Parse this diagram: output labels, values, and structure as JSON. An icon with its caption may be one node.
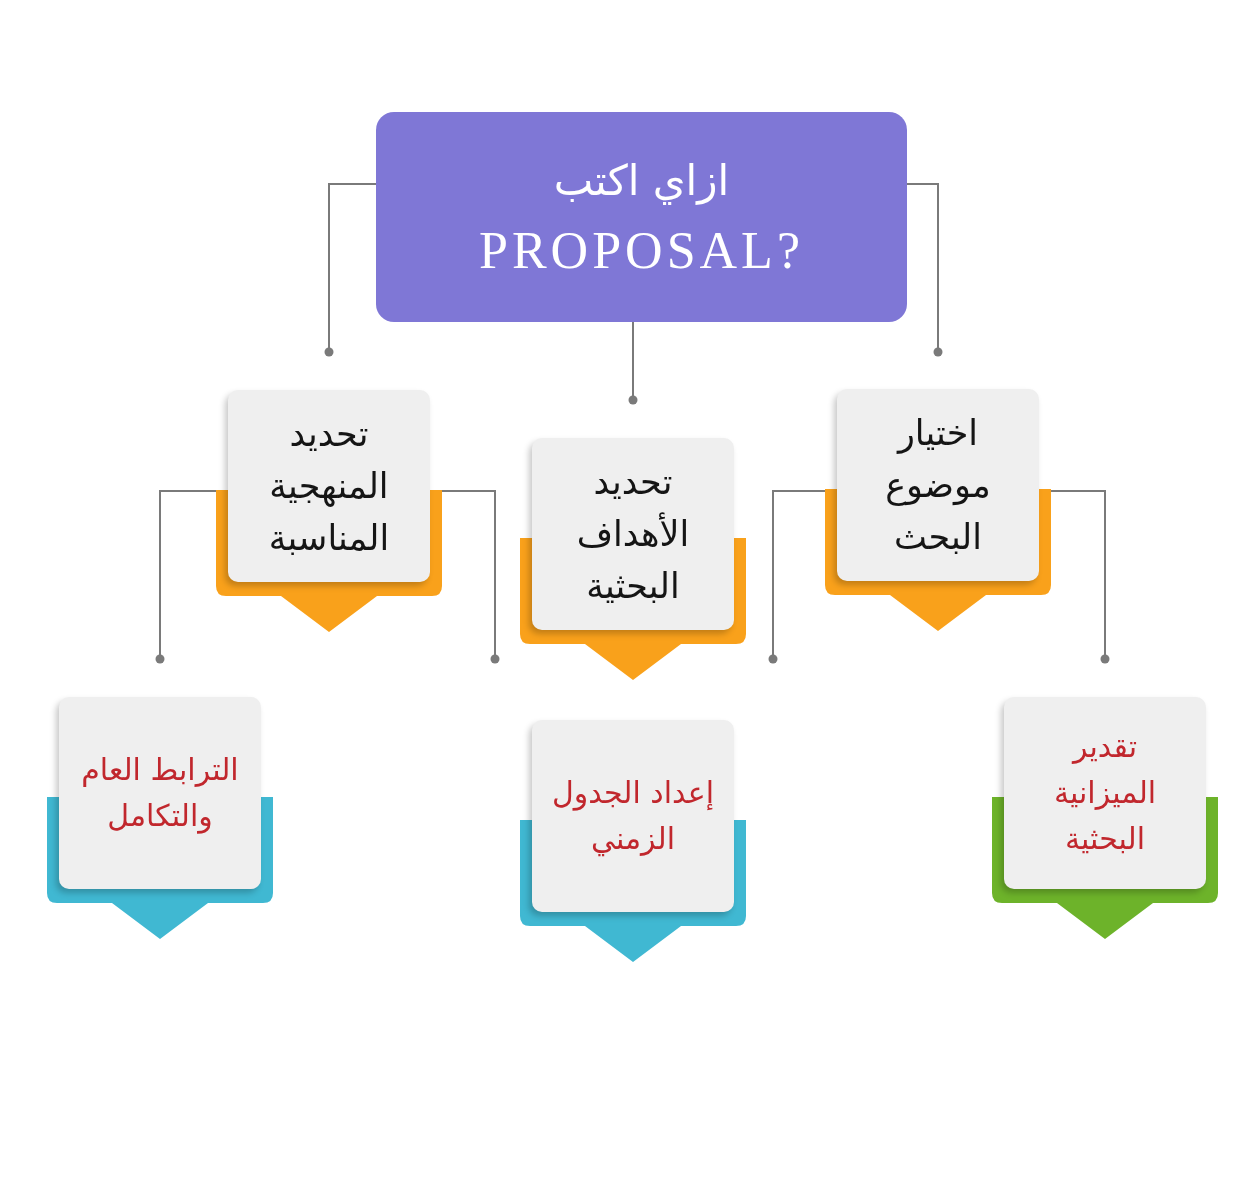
{
  "diagram": {
    "nodes": [
      {
        "text": [
          "ازاي اكتب",
          "PROPOSAL?"
        ]
      },
      {
        "text": [
          "اختيار موضوع البحث"
        ]
      },
      {
        "text": [
          "تحديد الأهداف البحثية"
        ]
      },
      {
        "text": [
          "تحديد المنهجية المناسبة"
        ]
      },
      {
        "text": [
          "تقدير الميزانية البحثية"
        ]
      },
      {
        "text": [
          "إعداد الجدول الزمني"
        ]
      },
      {
        "text": [
          "الترابط العام والتكامل"
        ]
      }
    ],
    "edges": [
      {
        "from": 0,
        "to": 1,
        "arrow": "other"
      },
      {
        "from": 0,
        "to": 2,
        "arrow": "other"
      },
      {
        "from": 0,
        "to": 3,
        "arrow": "other"
      },
      {
        "from": 1,
        "to": 4,
        "arrow": "other"
      },
      {
        "from": 1,
        "to": 2,
        "arrow": "other"
      },
      {
        "from": 3,
        "to": 2,
        "arrow": "other"
      },
      {
        "from": 3,
        "to": 6,
        "arrow": "other"
      }
    ]
  }
}
